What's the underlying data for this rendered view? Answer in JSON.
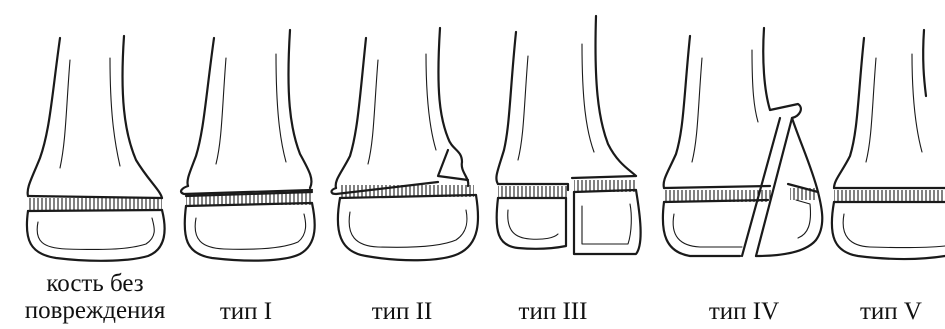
{
  "diagram": {
    "panels": [
      {
        "id": "healthy",
        "caption": "кость без\nповреждения"
      },
      {
        "id": "type-1",
        "caption": "тип I"
      },
      {
        "id": "type-2",
        "caption": "тип II"
      },
      {
        "id": "type-3",
        "caption": "тип III"
      },
      {
        "id": "type-4",
        "caption": "тип IV"
      },
      {
        "id": "type-5",
        "caption": "тип V"
      }
    ]
  },
  "colors": {
    "ink": "#1a1a1a",
    "background": "#ffffff"
  }
}
